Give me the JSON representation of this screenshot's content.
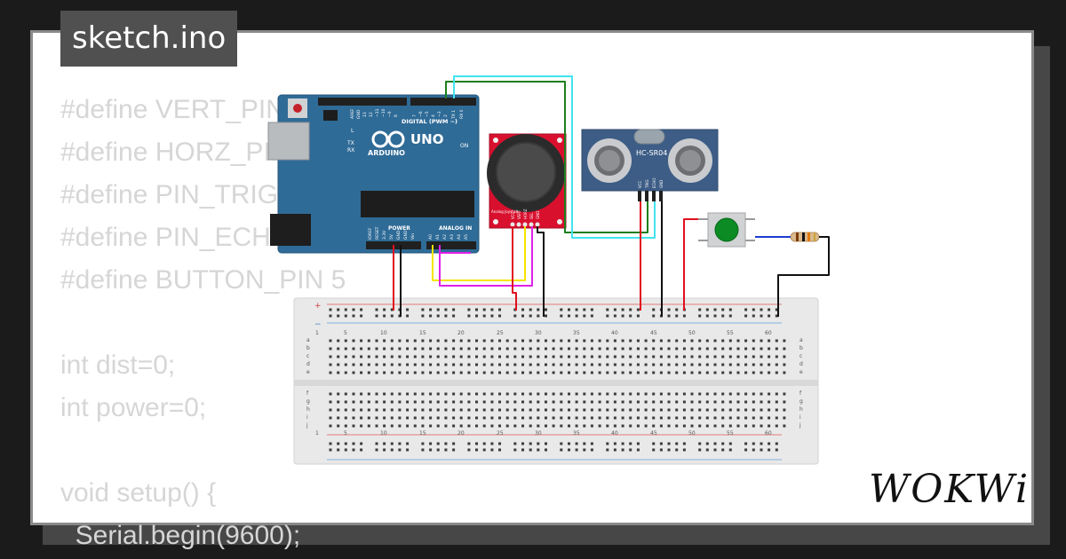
{
  "file_tab": {
    "name": "sketch.ino"
  },
  "code_lines": [
    "#define VERT_PIN A3",
    "#define HORZ_PIN A2",
    "#define PIN_TRIG 3",
    "#define PIN_ECHO 2",
    "#define BUTTON_PIN 5",
    "",
    "int dist=0;",
    "int power=0;",
    "",
    "void setup() {",
    "  Serial.begin(9600);"
  ],
  "arduino": {
    "model": "UNO",
    "brand": "ARDUINO",
    "digital_label": "DIGITAL (PWM ~)",
    "power_label": "POWER",
    "analog_label": "ANALOG IN",
    "on_label": "ON",
    "l_label": "L",
    "tx_label": "TX",
    "rx_label": "RX",
    "aref_label": "AREF",
    "gnd_label": "GND",
    "pin_labels_top": [
      "13",
      "12",
      "~11",
      "~10",
      "~9",
      "8",
      "7",
      "~6",
      "~5",
      "4",
      "~3",
      "2",
      "TX 1",
      "RX 0"
    ],
    "pin_labels_bottom": [
      "IOREF",
      "RESET",
      "3.3V",
      "5V",
      "GND",
      "GND",
      "Vin",
      "A0",
      "A1",
      "A2",
      "A3",
      "A4",
      "A5"
    ]
  },
  "joystick": {
    "label": "Analog Joystick",
    "pins": [
      "VCC",
      "VERT",
      "HORZ",
      "SEL",
      "GND"
    ]
  },
  "ultrasonic": {
    "label": "HC-SR04",
    "pins": [
      "VCC",
      "TRIG",
      "ECHO",
      "GND"
    ]
  },
  "breadboard": {
    "columns": [
      "1",
      "5",
      "10",
      "15",
      "20",
      "25",
      "30",
      "35",
      "40",
      "45",
      "50",
      "55",
      "60"
    ],
    "rows_top": [
      "a",
      "b",
      "c",
      "d",
      "e"
    ],
    "rows_bottom": [
      "f",
      "g",
      "h",
      "i",
      "j"
    ],
    "rail_plus": "+",
    "rail_minus": "−"
  },
  "logo": {
    "text": "WOKWi"
  },
  "colors": {
    "arduino_board": "#2f6b97",
    "joystick_board": "#d8102e",
    "ultrasonic_board": "#3d5d86",
    "button_cap": "#0c8a24",
    "wire_red": "#e0101e",
    "wire_black": "#111111",
    "wire_cyan": "#42e3ef",
    "wire_green": "#1c7f1c",
    "wire_yellow": "#f4e400",
    "wire_magenta": "#e020e8",
    "wire_blue": "#1d3bd0"
  }
}
